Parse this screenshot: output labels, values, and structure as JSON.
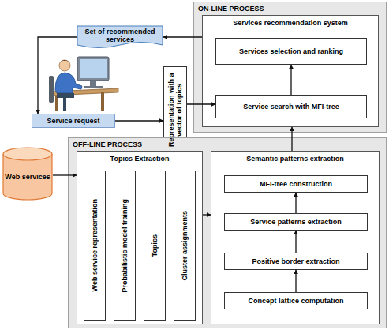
{
  "diagram": {
    "nodes": [
      {
        "text": [
          "ON-LINE PROCESS"
        ]
      },
      {
        "text": [
          "Services recommendation system"
        ],
        "in": 0
      },
      {
        "text": [
          "Services selection and ranking"
        ],
        "in": 1
      },
      {
        "text": [
          "Service search with MFI-tree"
        ],
        "in": 1
      },
      {
        "text": [
          "Set of recommended services"
        ]
      },
      {
        "text": [
          "Service request"
        ]
      },
      {
        "text": [
          "Representation with a vector of topics"
        ]
      },
      {
        "text": [
          "Web services"
        ]
      },
      {
        "text": [
          "OFF-LINE PROCESS"
        ]
      },
      {
        "text": [
          "Topics Extraction"
        ],
        "in": 8
      },
      {
        "text": [
          "Web service representation"
        ],
        "in": 9
      },
      {
        "text": [
          "Probabilistic model training"
        ],
        "in": 9
      },
      {
        "text": [
          "Topics"
        ],
        "in": 9
      },
      {
        "text": [
          "Cluster assignments"
        ],
        "in": 9
      },
      {
        "text": [
          "Semantic patterns extraction"
        ],
        "in": 8
      },
      {
        "text": [
          "MFI-tree construction"
        ],
        "in": 14
      },
      {
        "text": [
          "Service patterns extraction"
        ],
        "in": 14
      },
      {
        "text": [
          "Positive border extraction"
        ],
        "in": 14
      },
      {
        "text": [
          "Concept lattice computation"
        ],
        "in": 14
      }
    ],
    "edges": [
      {
        "from": 3,
        "to": 2,
        "arrow": "to"
      },
      {
        "from": 1,
        "to": 4,
        "arrow": "to"
      },
      {
        "from": 4,
        "to": 5,
        "arrow": "to"
      },
      {
        "from": 5,
        "to": 6,
        "arrow": "to"
      },
      {
        "from": 6,
        "to": 3,
        "arrow": "to"
      },
      {
        "from": 7,
        "to": 9,
        "arrow": "to"
      },
      {
        "from": 9,
        "to": 14,
        "arrow": "to"
      },
      {
        "from": 18,
        "to": 17,
        "arrow": "to"
      },
      {
        "from": 17,
        "to": 16,
        "arrow": "to"
      },
      {
        "from": 16,
        "to": 15,
        "arrow": "to"
      },
      {
        "from": 14,
        "to": 1,
        "arrow": "to"
      }
    ]
  }
}
